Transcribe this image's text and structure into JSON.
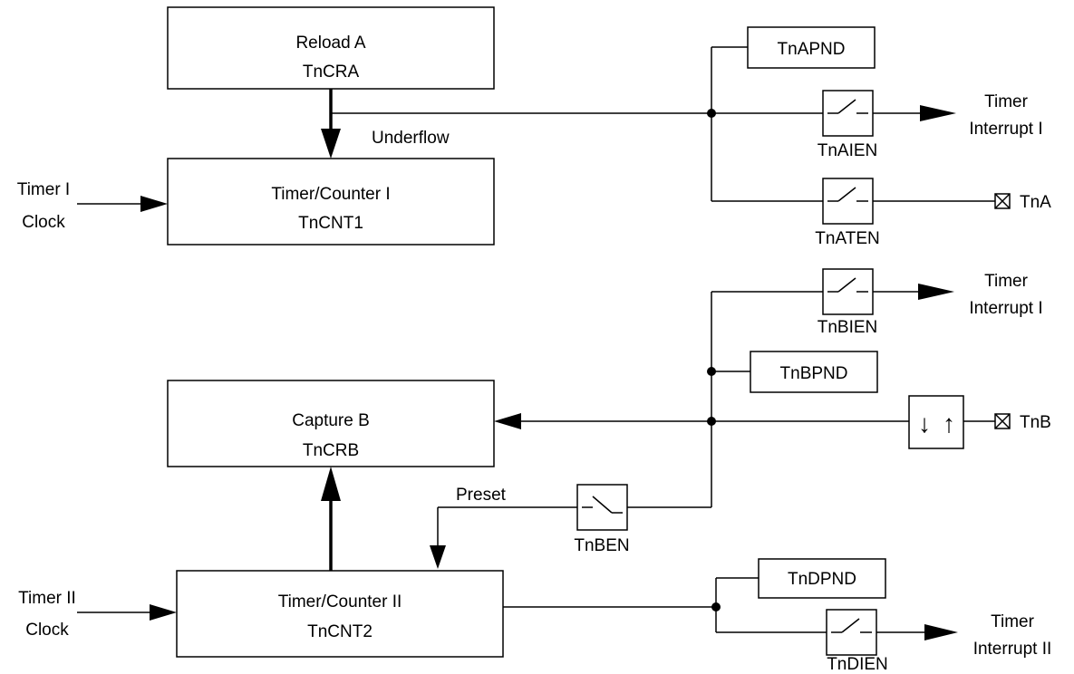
{
  "blocks": {
    "reload_a": {
      "line1": "Reload A",
      "line2": "TnCRA"
    },
    "timer_counter_1": {
      "line1": "Timer/Counter I",
      "line2": "TnCNT1"
    },
    "capture_b": {
      "line1": "Capture B",
      "line2": "TnCRB"
    },
    "timer_counter_2": {
      "line1": "Timer/Counter II",
      "line2": "TnCNT2"
    }
  },
  "registers": {
    "tnapnd": "TnAPND",
    "tnbpnd": "TnBPND",
    "tndpnd": "TnDPND"
  },
  "switches": {
    "tnaien": "TnAIEN",
    "tnaten": "TnATEN",
    "tnbien": "TnBIEN",
    "tnben": "TnBEN",
    "tndien": "TnDIEN"
  },
  "inputs": {
    "timer1_clock": {
      "line1": "Timer I",
      "line2": "Clock"
    },
    "timer2_clock": {
      "line1": "Timer II",
      "line2": "Clock"
    }
  },
  "outputs": {
    "interrupt_a": {
      "line1": "Timer",
      "line2": "Interrupt I"
    },
    "interrupt_b": {
      "line1": "Timer",
      "line2": "Interrupt I"
    },
    "interrupt_d": {
      "line1": "Timer",
      "line2": "Interrupt II"
    }
  },
  "pins": {
    "tna": "TnA",
    "tnb": "TnB"
  },
  "labels": {
    "underflow": "Underflow",
    "preset": "Preset"
  },
  "edge_detector": {
    "down": "↓",
    "up": "↑"
  }
}
